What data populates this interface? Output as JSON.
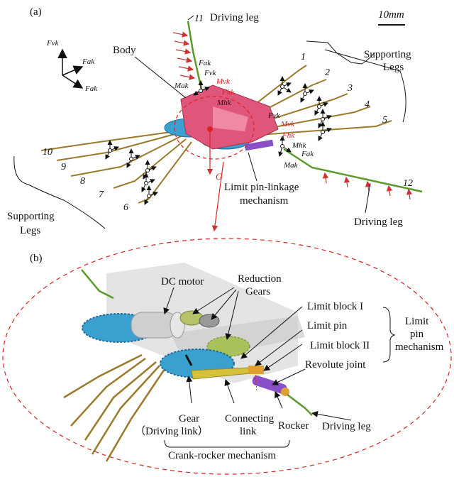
{
  "panel_a": {
    "label": "(a)",
    "scale_bar": "10mm",
    "body": "Body",
    "driving_leg_top": "Driving leg",
    "driving_leg_bottom": "Driving leg",
    "supporting_legs_right": [
      "Supporting",
      "Legs"
    ],
    "supporting_legs_left": [
      "Supporting",
      "Legs"
    ],
    "limit_mech": [
      "Limit pin-linkage",
      "mechanism"
    ],
    "leg_numbers": [
      "1",
      "2",
      "3",
      "4",
      "5",
      "6",
      "7",
      "8",
      "9",
      "10",
      "11",
      "12"
    ],
    "force_symbols": {
      "fvk": "Fvk",
      "fak": "Fak",
      "mak": "Mak",
      "mvk": "Mvk",
      "fhk": "Fhk",
      "mhk": "Mhk",
      "g": "G"
    }
  },
  "panel_b": {
    "label": "(b)",
    "dc_motor": "DC motor",
    "reduction_gears": [
      "Reduction",
      "Gears"
    ],
    "limit_block_1": "Limit block I",
    "limit_pin": "Limit pin",
    "limit_block_2": "Limit block II",
    "revolute_joint": "Revolute joint",
    "limit_pin_mech": [
      "Limit",
      "pin",
      "mechanism"
    ],
    "gear": "Gear",
    "driving_link": "（Driving link）",
    "connecting_link": [
      "Connecting",
      "link"
    ],
    "rocker": "Rocker",
    "driving_leg": "Driving leg",
    "crank_rocker": "Crank-rocker mechanism"
  },
  "colors": {
    "leg_gold": "#9a7a2a",
    "leg_green": "#5a9a2a",
    "body_pink": "#e0557a",
    "gear_blue": "#3aa0d0",
    "arrow_red": "#cc3333",
    "dashed_red": "#dd2222",
    "rocker_purple": "#8a4fc8",
    "link_yellow": "#d6c23a"
  }
}
